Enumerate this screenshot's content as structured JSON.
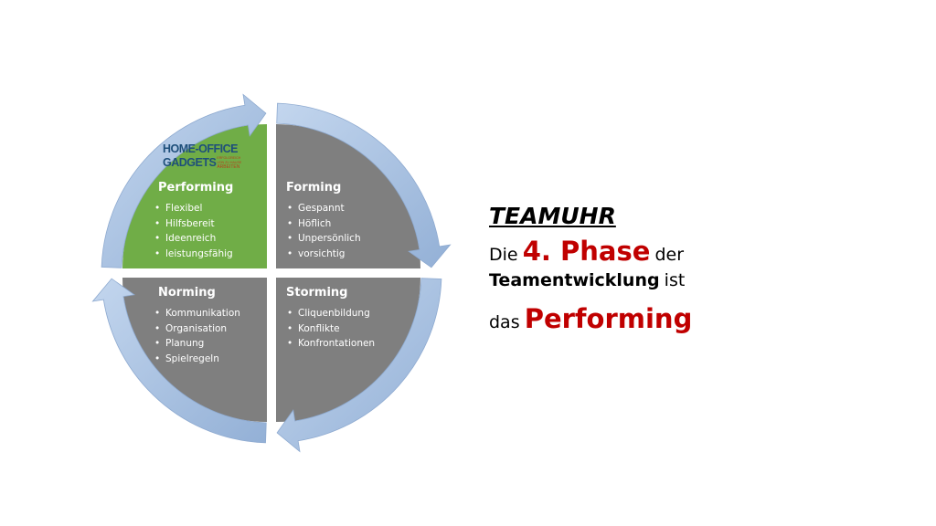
{
  "logo": {
    "line1": "HOME-OFFICE",
    "line2": "GADGETS",
    "tagline": [
      "ERFOLGREICH",
      "VON ZU HAUSE",
      "ARBEITEN"
    ]
  },
  "quadrants": [
    {
      "title": "Performing",
      "items": [
        "Flexibel",
        "Hilfsbereit",
        "Ideenreich",
        "leistungsfähig"
      ]
    },
    {
      "title": "Forming",
      "items": [
        "Gespannt",
        "Höflich",
        "Unpersönlich",
        "vorsichtig"
      ]
    },
    {
      "title": "Norming",
      "items": [
        "Kommunikation",
        "Organisation",
        "Planung",
        "Spielregeln"
      ]
    },
    {
      "title": "Storming",
      "items": [
        "Cliquenbildung",
        "Konflikte",
        "Konfrontationen"
      ]
    }
  ],
  "colors": {
    "active": "#70ad47",
    "inactive": "#7f7f7f",
    "arrow": "#a9c3e3",
    "highlight": "#c00000"
  },
  "headline": {
    "title": "TEAMUHR",
    "l2a": "Die",
    "l2b": "4. Phase",
    "l2c": "der",
    "l3a": "Teamentwicklung",
    "l3b": "ist",
    "l4a": "das",
    "l4b": "Performing"
  }
}
